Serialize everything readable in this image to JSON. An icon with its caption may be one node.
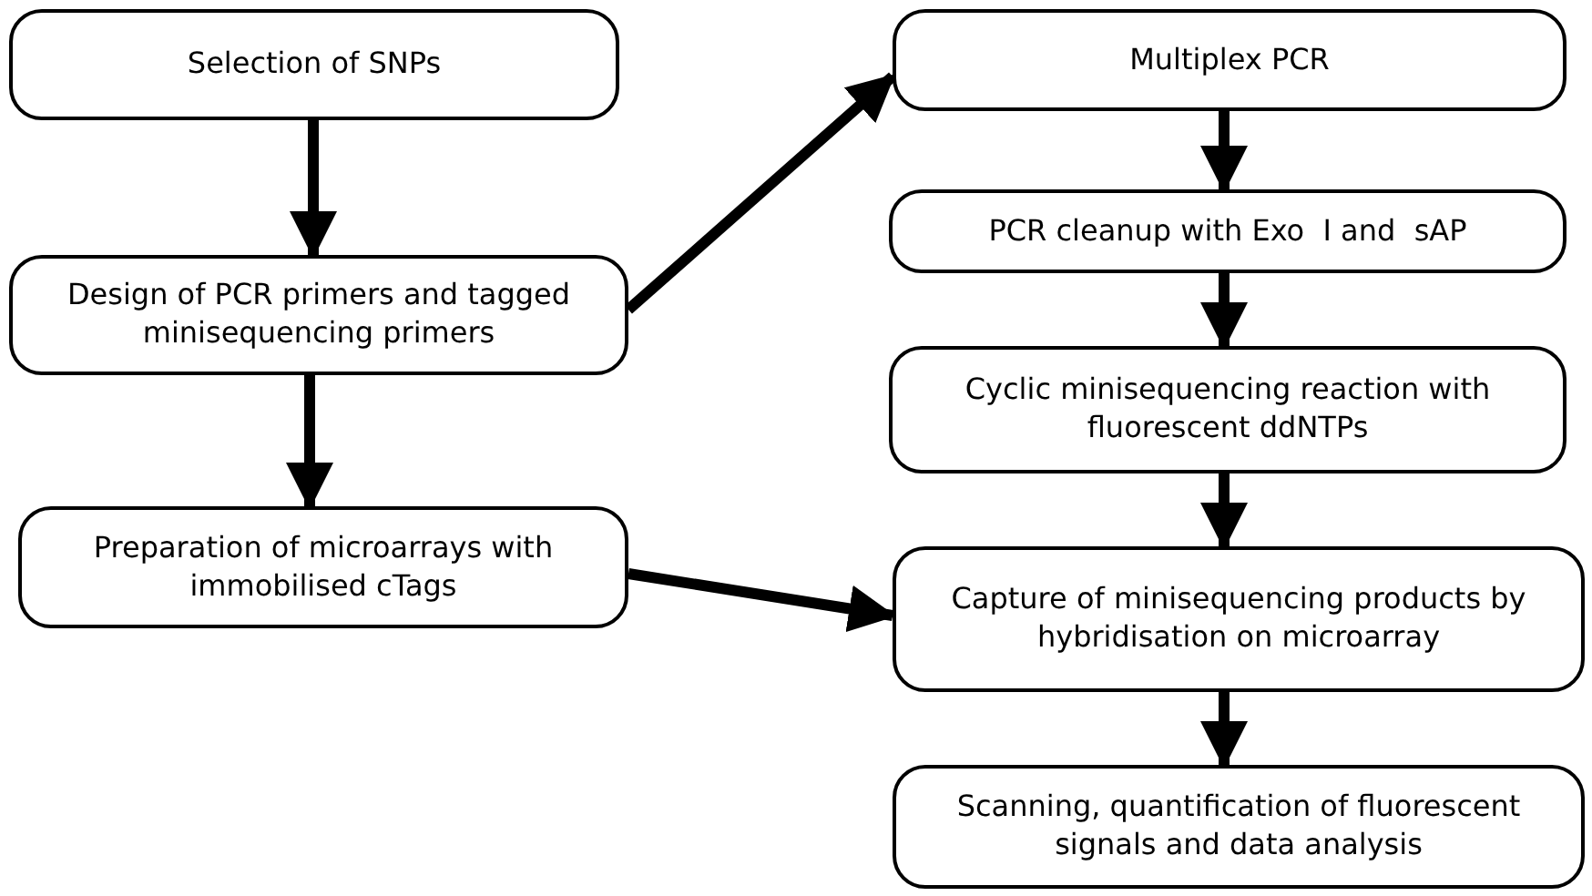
{
  "diagram": {
    "nodes": [
      {
        "text": [
          "Selection of SNPs"
        ]
      },
      {
        "text": [
          "Design of PCR primers and tagged minisequencing primers"
        ]
      },
      {
        "text": [
          "Preparation of microarrays with immobilised cTags"
        ]
      },
      {
        "text": [
          "Multiplex PCR"
        ]
      },
      {
        "text": [
          "PCR cleanup with Exo  I and  sAP"
        ]
      },
      {
        "text": [
          "Cyclic minisequencing reaction with fluorescent ddNTPs"
        ]
      },
      {
        "text": [
          "Capture of minisequencing products by hybridisation on microarray"
        ]
      },
      {
        "text": [
          "Scanning, quantification of fluorescent signals and data analysis"
        ]
      }
    ],
    "edges": [
      {
        "from": 0,
        "to": 1,
        "arrow": "to"
      },
      {
        "from": 1,
        "to": 2,
        "arrow": "to"
      },
      {
        "from": 1,
        "to": 3,
        "arrow": "to"
      },
      {
        "from": 3,
        "to": 4,
        "arrow": "to"
      },
      {
        "from": 4,
        "to": 5,
        "arrow": "to"
      },
      {
        "from": 5,
        "to": 6,
        "arrow": "to"
      },
      {
        "from": 2,
        "to": 6,
        "arrow": "to"
      },
      {
        "from": 6,
        "to": 7,
        "arrow": "to"
      }
    ]
  }
}
